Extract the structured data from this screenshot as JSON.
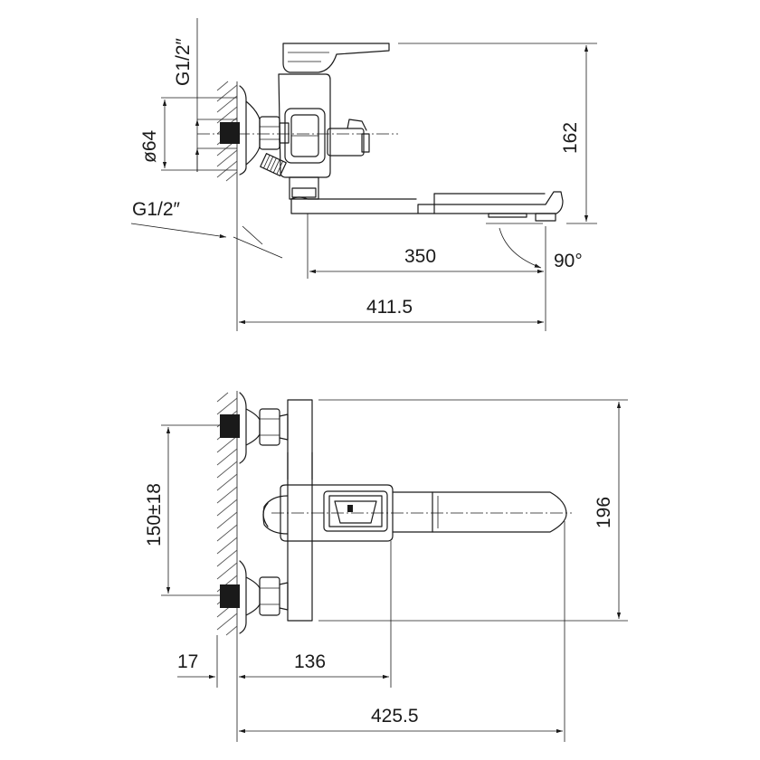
{
  "dimensions": {
    "top_view": {
      "thread_vertical": "G1/2″",
      "diameter": "ø64",
      "thread_angled": "G1/2″",
      "height": "162",
      "spout_length": "350",
      "angle": "90°",
      "overall_length": "411.5"
    },
    "front_view": {
      "center_distance": "150±18",
      "height": "196",
      "wall_offset": "17",
      "body_offset": "136",
      "overall_length": "425.5"
    }
  },
  "colors": {
    "line": "#1a1a1a",
    "hatch": "#555555",
    "background": "#ffffff"
  }
}
